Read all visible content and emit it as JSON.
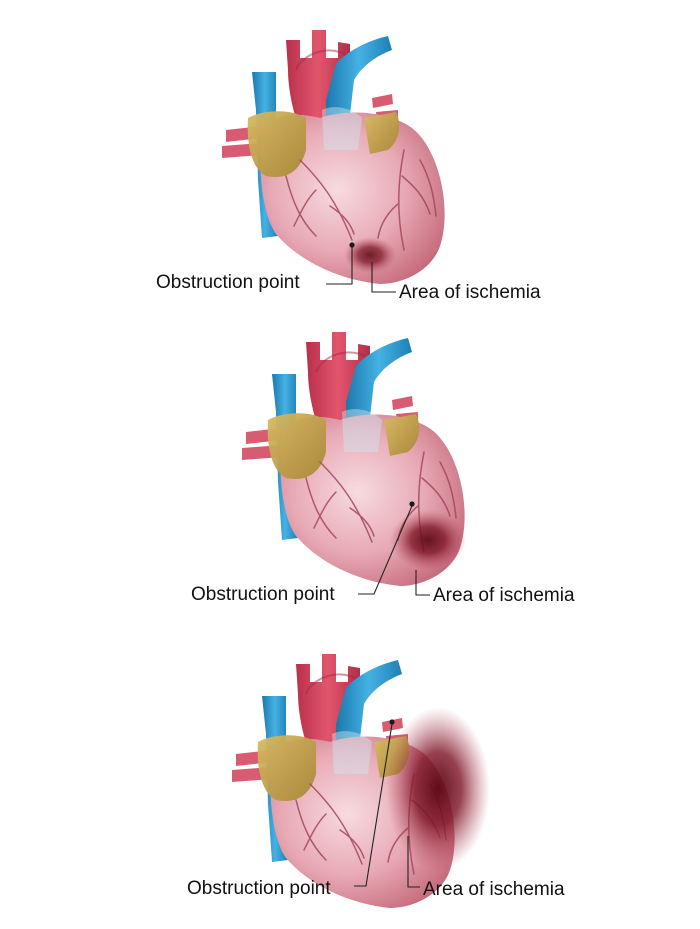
{
  "labels": {
    "obstruction": "Obstruction point",
    "ischemia": "Area of ischemia"
  },
  "colors": {
    "myocardium": "#e7aab4",
    "myocardium_light": "#f6d6db",
    "myocardium_dark": "#c9707f",
    "aorta": "#d8475f",
    "aorta_dark": "#a92c44",
    "vein_blue": "#3aa5d8",
    "vein_blue_dark": "#1f7fb5",
    "atrium_yellow": "#c9a94f",
    "atrium_yellow_dark": "#a58634",
    "vessel_line": "#a3475a",
    "ischemia": "#6b0f1e",
    "leader": "#222222"
  },
  "icons": {
    "heart": "heart-illustration-icon",
    "obstruction_marker": "obstruction-dot-icon"
  },
  "panels": [
    {
      "ischemia_severity": 0.25
    },
    {
      "ischemia_severity": 0.55
    },
    {
      "ischemia_severity": 1.0
    }
  ]
}
